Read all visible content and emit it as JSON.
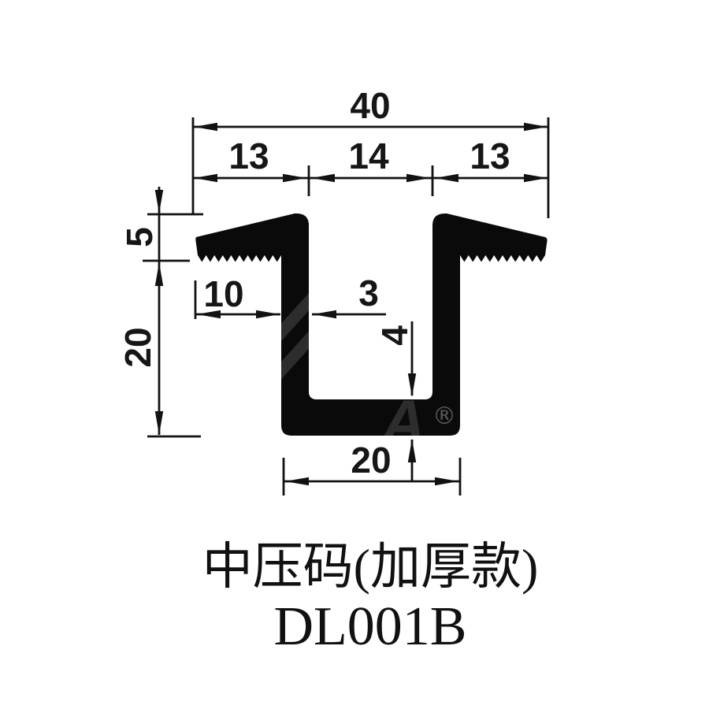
{
  "drawing": {
    "type": "technical-cross-section",
    "units_implied": "mm",
    "colors": {
      "ink": "#121212",
      "profile": "#0a0a0a",
      "background": "#ffffff",
      "watermark_gray": "#2d2d2d"
    },
    "dimensions": {
      "total_width": "40",
      "left_flange_width": "13",
      "slot_width": "14",
      "right_flange_width": "13",
      "flange_height": "5",
      "body_height": "20",
      "flange_lip_length": "10",
      "wall_thickness": "3",
      "base_thickness": "4",
      "base_width": "20"
    },
    "watermark": {
      "registered_symbol": "®"
    }
  },
  "caption": {
    "product_name": "中压码(加厚款)",
    "model_number": "DL001B"
  }
}
